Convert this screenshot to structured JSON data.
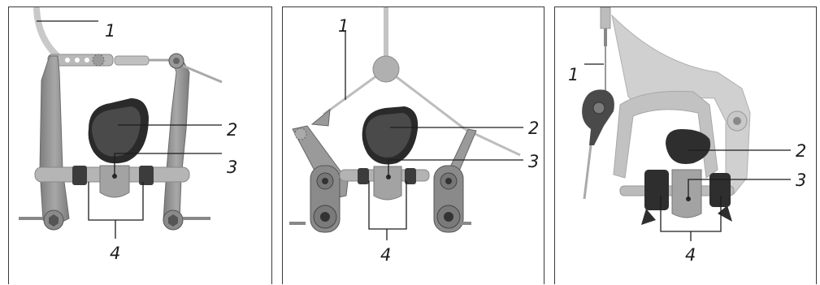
{
  "panels": [
    {
      "name": "v-brake",
      "labels": [
        "1",
        "2",
        "3",
        "4"
      ]
    },
    {
      "name": "cantilever-brake",
      "labels": [
        "1",
        "2",
        "3",
        "4"
      ]
    },
    {
      "name": "caliper-brake",
      "labels": [
        "1",
        "2",
        "3",
        "4"
      ]
    }
  ],
  "colors": {
    "arm": "#8f8f8f",
    "arm_light": "#c4c4c4",
    "pad": "#3c3c3c",
    "pad_dark": "#202020",
    "holder": "#a3a3a3",
    "border": "#3a3a3a",
    "text": "#1c1c1c"
  }
}
